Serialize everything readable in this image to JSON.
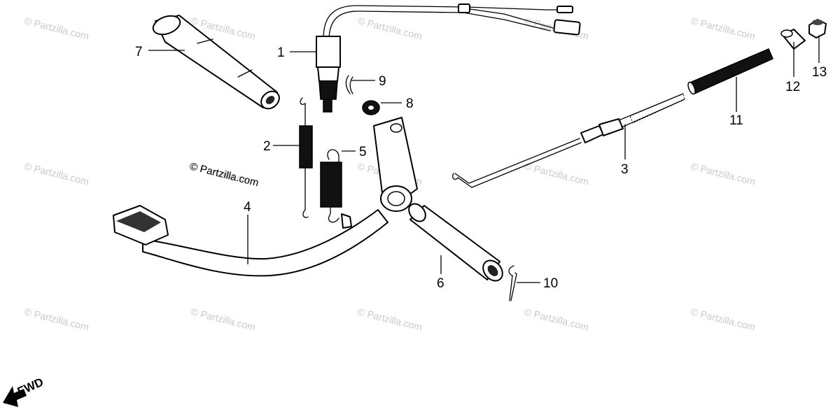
{
  "watermark_text": "© Partzilla.com",
  "credit_text": "© Partzilla.com",
  "direction_label": "FWD",
  "callouts": [
    {
      "id": "1",
      "label": "1"
    },
    {
      "id": "2",
      "label": "2"
    },
    {
      "id": "3",
      "label": "3"
    },
    {
      "id": "4",
      "label": "4"
    },
    {
      "id": "5",
      "label": "5"
    },
    {
      "id": "6",
      "label": "6"
    },
    {
      "id": "7",
      "label": "7"
    },
    {
      "id": "8",
      "label": "8"
    },
    {
      "id": "9",
      "label": "9"
    },
    {
      "id": "10",
      "label": "10"
    },
    {
      "id": "11",
      "label": "11"
    },
    {
      "id": "12",
      "label": "12"
    },
    {
      "id": "13",
      "label": "13"
    }
  ]
}
